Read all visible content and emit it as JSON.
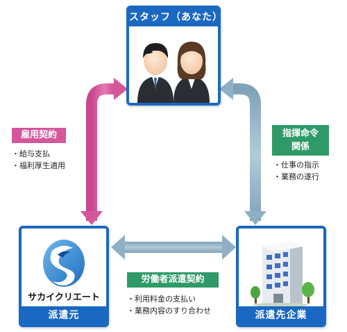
{
  "staff": {
    "label": "スタッフ（あなた）"
  },
  "dispatcher": {
    "label": "派遣元",
    "logo_text": "サカイクリエート"
  },
  "client": {
    "label": "派遣先企業"
  },
  "relations": {
    "employment": {
      "title": "雇用契約",
      "items": [
        "・給与支払",
        "・福利厚生適用"
      ]
    },
    "command": {
      "title_line1": "指揮命令",
      "title_line2": "関係",
      "items": [
        "・仕事の指示",
        "・業務の遂行"
      ]
    },
    "dispatch": {
      "title": "労働者派遣契約",
      "items": [
        "・利用料金の支払い",
        "・業務内容のすり合わせ"
      ]
    }
  },
  "colors": {
    "box": "#1b68c2",
    "pink": "#d4569b",
    "green": "#2f9a67",
    "steel": "#93b2c6"
  }
}
